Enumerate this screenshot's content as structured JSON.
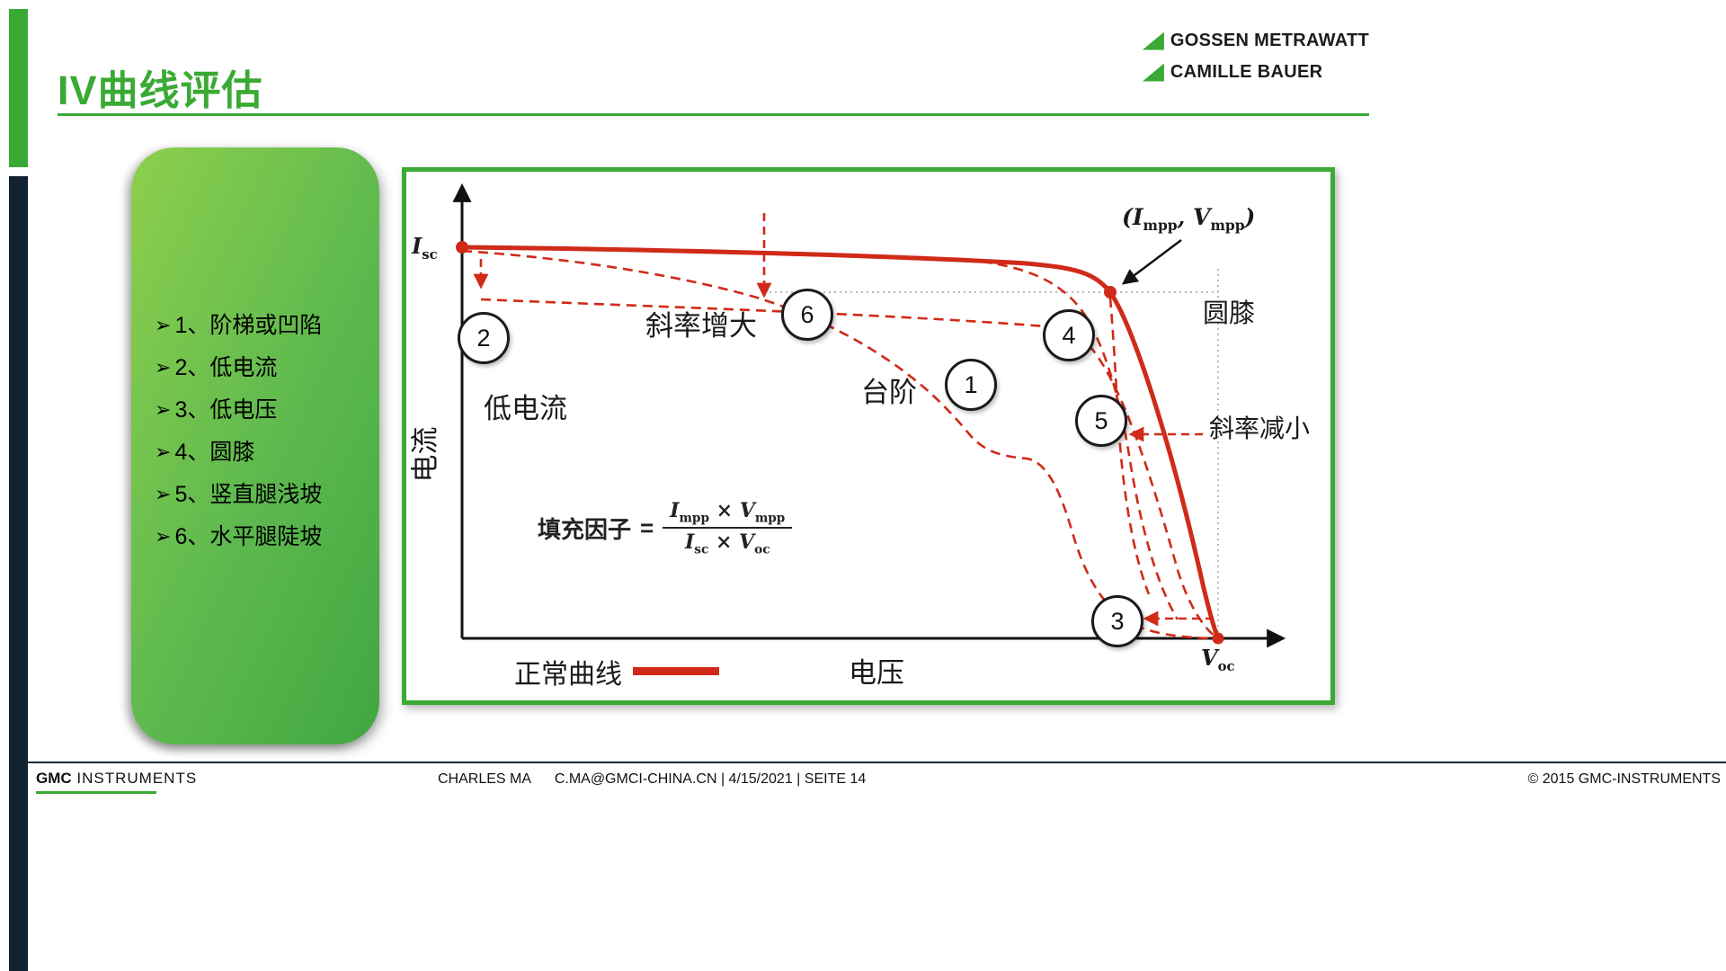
{
  "header": {
    "title": "IV曲线评估",
    "logos": [
      {
        "name": "GOSSEN METRAWATT"
      },
      {
        "name": "CAMILLE BAUER"
      }
    ]
  },
  "colors": {
    "accent_green": "#3aaa35",
    "curve_red": "#d02a18",
    "navy_bar": "#12222f"
  },
  "list": {
    "bullet": "➢",
    "items": [
      "1、阶梯或凹陷",
      "2、低电流",
      "3、低电压",
      "4、圆膝",
      "5、竖直腿浅坡",
      "6、水平腿陡坡"
    ]
  },
  "chart": {
    "y_axis_label": "电流",
    "x_axis_label": "电压",
    "isc": {
      "base": "I",
      "sub": "sc"
    },
    "voc": {
      "base": "V",
      "sub": "oc"
    },
    "mpp": {
      "open": "(",
      "i_base": "I",
      "i_sub": "mpp",
      "sep": ", ",
      "v_base": "V",
      "v_sub": "mpp",
      "close": ")"
    },
    "labels": {
      "low_current": "低电流",
      "slope_increase": "斜率增大",
      "step": "台阶",
      "round_knee": "圆膝",
      "slope_decrease": "斜率减小"
    },
    "markers": {
      "step": "1",
      "low_current": "2",
      "low_voltage": "3",
      "round_knee": "4",
      "shallow_leg": "5",
      "steep_leg": "6"
    },
    "legend_label": "正常曲线",
    "formula": {
      "lhs": "填充因子",
      "eq": "=",
      "num_i": "I",
      "num_i_sub": "mpp",
      "num_times": "×",
      "num_v": "V",
      "num_v_sub": "mpp",
      "den_i": "I",
      "den_i_sub": "sc",
      "den_times": "×",
      "den_v": "V",
      "den_v_sub": "oc"
    }
  },
  "footer": {
    "brand_strong": "GMC",
    "brand_light": " INSTRUMENTS",
    "center": "CHARLES MA      C.MA@GMCI-CHINA.CN | 4/15/2021 | SEITE 14",
    "copyright": "© 2015 GMC-INSTRUMENTS"
  }
}
